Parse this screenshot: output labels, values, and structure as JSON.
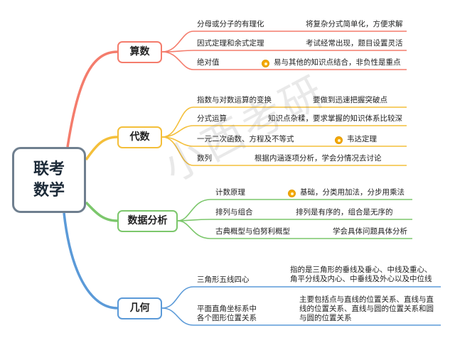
{
  "root": {
    "line1": "联考",
    "line2": "数学"
  },
  "colors": {
    "arith": "#f47c6c",
    "algebra": "#f4bf3a",
    "data": "#7cc76c",
    "geometry": "#5b9ad8"
  },
  "branches": [
    {
      "label": "算数",
      "items": [
        {
          "topic": "分母或分子的有理化",
          "note": "将复杂分式简单化，方便求解"
        },
        {
          "topic": "因式定理和余式定理",
          "note": "考试经常出现，题目设置灵活"
        },
        {
          "topic": "绝对值",
          "note": "易与其他的知识点结合，非负性是重点",
          "star": true
        }
      ]
    },
    {
      "label": "代数",
      "items": [
        {
          "topic": "指数与对数运算的变换",
          "note": "要做到迅速把握突破点"
        },
        {
          "topic": "分式运算",
          "note": "知识点杂糅，要求掌握的知识体系比较深"
        },
        {
          "topic": "一元二次函数、方程及不等式",
          "note": "韦达定理",
          "star": true
        },
        {
          "topic": "数列",
          "note": "根据内涵逐项分析，学会分情况去讨论"
        }
      ]
    },
    {
      "label": "数据分析",
      "items": [
        {
          "topic": "计数原理",
          "note": "基础，分类用加法，分步用乘法",
          "star": true
        },
        {
          "topic": "排列与组合",
          "note": "排列是有序的，组合是无序的"
        },
        {
          "topic": "古典概型与伯努利概型",
          "note": "学会具体问题具体分析"
        }
      ]
    },
    {
      "label": "几何",
      "items": [
        {
          "topic": "三角形五线四心",
          "note": "指的是三角形的垂线及垂心、中线及重心、角平分线及内心、中垂线及外心以及中位线"
        },
        {
          "topic": "平面直角坐标系中各个图形位置关系",
          "note": "主要包括点与直线的位置关系、直线与直线的位置关系、直线与圆的位置关系和圆与圆的位置关系"
        }
      ]
    }
  ],
  "watermark": "小西考研"
}
